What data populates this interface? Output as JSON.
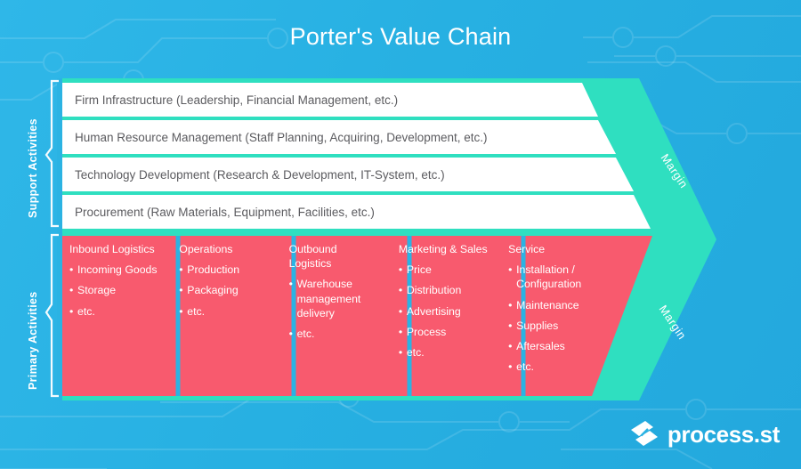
{
  "title": "Porter's Value Chain",
  "colors": {
    "background_blue": "#2bb3e3",
    "primary_pink": "#f85a6e",
    "margin_green": "#2fdfc0",
    "row_white": "#ffffff",
    "text_grey": "#5b5b5f"
  },
  "side_labels": {
    "support": "Support Activities",
    "primary": "Primary Activities"
  },
  "margin": {
    "top_label": "Margin",
    "bottom_label": "Margin"
  },
  "support_activities": [
    {
      "text": "Firm Infrastructure  (Leadership, Financial Management, etc.)"
    },
    {
      "text": "Human Resource Management (Staff Planning, Acquiring, Development, etc.)"
    },
    {
      "text": "Technology Development (Research & Development, IT-System, etc.)"
    },
    {
      "text": "Procurement (Raw Materials, Equipment, Facilities, etc.)"
    }
  ],
  "primary_activities": [
    {
      "title": "Inbound Logistics",
      "items": [
        "Incoming Goods",
        "Storage",
        "etc."
      ]
    },
    {
      "title": "Operations",
      "items": [
        "Production",
        "Packaging",
        "etc."
      ]
    },
    {
      "title": "Outbound Logistics",
      "items": [
        "Warehouse management delivery",
        "etc."
      ]
    },
    {
      "title": "Marketing & Sales",
      "items": [
        "Price",
        "Distribution",
        "Advertising",
        "Process",
        "etc."
      ]
    },
    {
      "title": "Service",
      "items": [
        "Installation / Configuration",
        "Maintenance",
        "Supplies",
        "Aftersales",
        "etc."
      ]
    }
  ],
  "logo": {
    "mark": "process-st-logo-mark",
    "text": "process.st"
  }
}
